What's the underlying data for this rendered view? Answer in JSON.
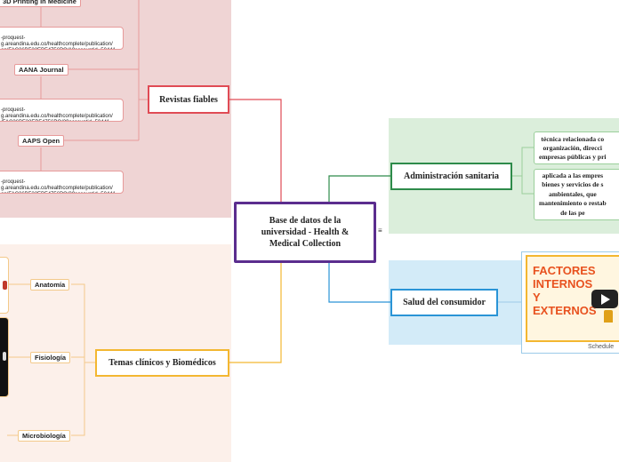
{
  "central": {
    "title": "Base de datos de la universidad - Health & Medical Collection",
    "menu_icon": "≡"
  },
  "revistas": {
    "label": "Revistas fiables",
    "children": [
      {
        "title": "3D Printing in Medicine",
        "link": "-proquest-\ng.areandina.edu.co/healthcomplete/publication/\non/FAC36BF22EBF4756PQ/1?accountid=50441"
      },
      {
        "title": "AANA Journal",
        "link": "-proquest-\ng.areandina.edu.co/healthcomplete/publication/\n/FAC36BF22EBF4756PQ/2?accountid=50441"
      },
      {
        "title": "AAPS Open",
        "link": "-proquest-\ng.areandina.edu.co/healthcomplete/publication/\non/FAC36BF22EBF4756PQ/3?accountid=50441"
      }
    ]
  },
  "temas": {
    "label": "Temas clínicos y Biomédicos",
    "children": [
      {
        "title": "Anatomía"
      },
      {
        "title": "Fisiología"
      },
      {
        "title": "Microbiología"
      }
    ]
  },
  "admin": {
    "label": "Administración sanitaria",
    "children": [
      {
        "text": "técnica relacionada co\norganización, direcci\nempresas públicas y pri"
      },
      {
        "text": "aplicada a las empres\nbienes y servicios de s\nambientales, que\nmantenimiento o restab\nde las pe"
      }
    ]
  },
  "consumidor": {
    "label": "Salud del consumidor",
    "video": {
      "line1": "FACTORES",
      "line2": "INTERNOS",
      "line3": "Y",
      "line4": "EXTERNOS",
      "caption": "Schedule"
    }
  },
  "colors": {
    "red": "#e04b55",
    "orange": "#f3b731",
    "green": "#2e8b4a",
    "blue": "#2a94d6",
    "purple": "#5b2d8e"
  }
}
